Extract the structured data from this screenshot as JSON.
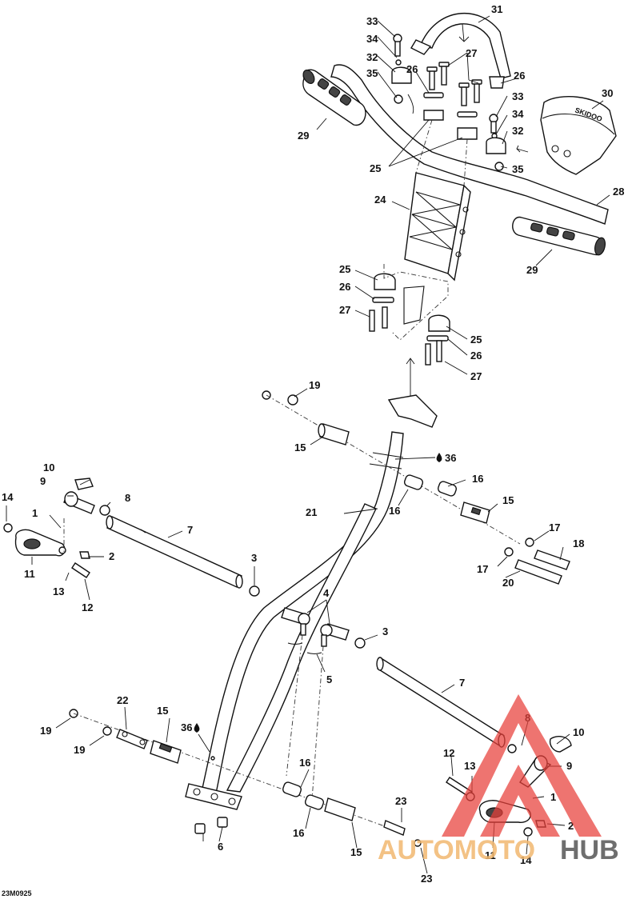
{
  "diagram_code": "23M0925",
  "callouts": [
    {
      "id": "c31a",
      "text": "31"
    },
    {
      "id": "c33a",
      "text": "33"
    },
    {
      "id": "c34a",
      "text": "34"
    },
    {
      "id": "c32a",
      "text": "32"
    },
    {
      "id": "c35a",
      "text": "35"
    },
    {
      "id": "c26a",
      "text": "26"
    },
    {
      "id": "c27a",
      "text": "27"
    },
    {
      "id": "c26b",
      "text": "26"
    },
    {
      "id": "c33b",
      "text": "33"
    },
    {
      "id": "c34b",
      "text": "34"
    },
    {
      "id": "c32b",
      "text": "32"
    },
    {
      "id": "c30",
      "text": "30"
    },
    {
      "id": "c29a",
      "text": "29"
    },
    {
      "id": "c25a",
      "text": "25"
    },
    {
      "id": "c35b",
      "text": "35"
    },
    {
      "id": "c24",
      "text": "24"
    },
    {
      "id": "c28",
      "text": "28"
    },
    {
      "id": "c29b",
      "text": "29"
    },
    {
      "id": "c25b",
      "text": "25"
    },
    {
      "id": "c26c",
      "text": "26"
    },
    {
      "id": "c27b",
      "text": "27"
    },
    {
      "id": "c25c",
      "text": "25"
    },
    {
      "id": "c26d",
      "text": "26"
    },
    {
      "id": "c27c",
      "text": "27"
    },
    {
      "id": "c19a",
      "text": "19"
    },
    {
      "id": "c15a",
      "text": "15"
    },
    {
      "id": "c36a",
      "text": "36"
    },
    {
      "id": "c10a",
      "text": "10"
    },
    {
      "id": "c9a",
      "text": "9"
    },
    {
      "id": "c14a",
      "text": "14"
    },
    {
      "id": "c8a",
      "text": "8"
    },
    {
      "id": "c16a",
      "text": "16"
    },
    {
      "id": "c15b",
      "text": "15"
    },
    {
      "id": "c16b",
      "text": "16"
    },
    {
      "id": "c21",
      "text": "21"
    },
    {
      "id": "c1a",
      "text": "1"
    },
    {
      "id": "c7a",
      "text": "7"
    },
    {
      "id": "c17a",
      "text": "17"
    },
    {
      "id": "c2a",
      "text": "2"
    },
    {
      "id": "c18",
      "text": "18"
    },
    {
      "id": "c11a",
      "text": "11"
    },
    {
      "id": "c13a",
      "text": "13"
    },
    {
      "id": "c3a",
      "text": "3"
    },
    {
      "id": "c17b",
      "text": "17"
    },
    {
      "id": "c20",
      "text": "20"
    },
    {
      "id": "c12a",
      "text": "12"
    },
    {
      "id": "c4",
      "text": "4"
    },
    {
      "id": "c3b",
      "text": "3"
    },
    {
      "id": "c5",
      "text": "5"
    },
    {
      "id": "c7b",
      "text": "7"
    },
    {
      "id": "c22",
      "text": "22"
    },
    {
      "id": "c15c",
      "text": "15"
    },
    {
      "id": "c36b",
      "text": "36"
    },
    {
      "id": "c8b",
      "text": "8"
    },
    {
      "id": "c10b",
      "text": "10"
    },
    {
      "id": "c19b",
      "text": "19"
    },
    {
      "id": "c19c",
      "text": "19"
    },
    {
      "id": "c12b",
      "text": "12"
    },
    {
      "id": "c9b",
      "text": "9"
    },
    {
      "id": "c16c",
      "text": "16"
    },
    {
      "id": "c13b",
      "text": "13"
    },
    {
      "id": "c1b",
      "text": "1"
    },
    {
      "id": "c23a",
      "text": "23"
    },
    {
      "id": "c2b",
      "text": "2"
    },
    {
      "id": "c16d",
      "text": "16"
    },
    {
      "id": "c15d",
      "text": "15"
    },
    {
      "id": "c6",
      "text": "6"
    },
    {
      "id": "c11b",
      "text": "11"
    },
    {
      "id": "c14b",
      "text": "14"
    },
    {
      "id": "c23b",
      "text": "23"
    }
  ],
  "watermark": {
    "word1": "AUTOMOTO",
    "word2": "HUB",
    "color_primary": "#e8403a",
    "color_secondary": "#f2b870",
    "color_dark": "#555555"
  },
  "colors": {
    "line": "#111111",
    "background": "#ffffff"
  }
}
